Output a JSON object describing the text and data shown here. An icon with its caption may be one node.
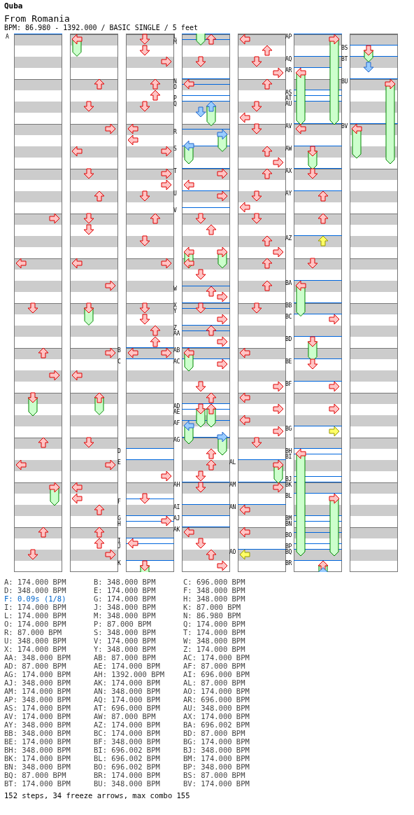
{
  "diagram": {
    "title": "Quba",
    "labels": [
      "From Romania",
      "BPM: 86.980 - 1392.000 / BASIC SINGLE / 5 feet",
      "A",
      "B",
      "C",
      "D",
      "E",
      "F",
      "G",
      "H",
      "I",
      "J",
      "K",
      "L",
      "M",
      "N",
      "O",
      "P",
      "Q",
      "R",
      "S",
      "T",
      "U",
      "V",
      "W",
      "X",
      "Y",
      "Z",
      "AA",
      "AB",
      "AC",
      "AD",
      "AE",
      "AF",
      "AG",
      "AH",
      "AI",
      "AJ",
      "AK",
      "AL",
      "AM",
      "AN",
      "AO",
      "AP",
      "AQ",
      "AR",
      "AS",
      "AT",
      "AU",
      "AV",
      "AW",
      "AX",
      "AY",
      "AZ",
      "BA",
      "BB",
      "BC",
      "BD",
      "BE",
      "BF",
      "BG",
      "BH",
      "BI",
      "BJ",
      "BK",
      "BL",
      "BM",
      "BN",
      "BO",
      "BP",
      "BQ",
      "BR",
      "BS",
      "BT",
      "BU",
      "BV",
      "A: 174.000 BPM",
      "B: 348.000 BPM",
      "C: 696.000 BPM",
      "D: 348.000 BPM",
      "E: 174.000 BPM",
      "F: 348.000 BPM",
      "F: 0.09s (1/8)",
      "G: 174.000 BPM",
      "H: 348.000 BPM",
      "I: 174.000 BPM",
      "J: 348.000 BPM",
      "K: 87.000 BPM",
      "L: 174.000 BPM",
      "M: 348.000 BPM",
      "N: 86.980 BPM",
      "O: 174.000 BPM",
      "P: 87.000 BPM",
      "Q: 174.000 BPM",
      "R: 87.000 BPM",
      "S: 348.000 BPM",
      "T: 174.000 BPM",
      "U: 348.000 BPM",
      "V: 174.000 BPM",
      "W: 348.000 BPM",
      "X: 174.000 BPM",
      "Y: 348.000 BPM",
      "Z: 174.000 BPM",
      "AA: 348.000 BPM",
      "AB: 87.000 BPM",
      "AC: 174.000 BPM",
      "AD: 87.000 BPM",
      "AE: 174.000 BPM",
      "AF: 87.000 BPM",
      "AG: 174.000 BPM",
      "AH: 1392.000 BPM",
      "AI: 696.000 BPM",
      "AJ: 348.000 BPM",
      "AK: 174.000 BPM",
      "AL: 87.000 BPM",
      "AM: 174.000 BPM",
      "AN: 348.000 BPM",
      "AO: 174.000 BPM",
      "AP: 348.000 BPM",
      "AQ: 174.000 BPM",
      "AR: 696.000 BPM",
      "AS: 174.000 BPM",
      "AT: 696.000 BPM",
      "AU: 348.000 BPM",
      "AV: 174.000 BPM",
      "AW: 87.000 BPM",
      "AX: 174.000 BPM",
      "AY: 348.000 BPM",
      "AZ: 174.000 BPM",
      "BA: 696.002 BPM",
      "BB: 348.000 BPM",
      "BC: 174.000 BPM",
      "BD: 87.000 BPM",
      "BE: 174.000 BPM",
      "BF: 348.000 BPM",
      "BG: 174.000 BPM",
      "BH: 348.000 BPM",
      "BI: 696.002 BPM",
      "BJ: 348.000 BPM",
      "BK: 174.000 BPM",
      "BL: 696.002 BPM",
      "BM: 174.000 BPM",
      "BN: 348.000 BPM",
      "BO: 696.002 BPM",
      "BP: 348.000 BPM",
      "BQ: 87.000 BPM",
      "BR: 174.000 BPM",
      "BS: 87.000 BPM",
      "BT: 174.000 BPM",
      "BU: 348.000 BPM",
      "BV: 174.000 BPM",
      "152 steps, 34 freeze arrows, max combo 155"
    ]
  }
}
